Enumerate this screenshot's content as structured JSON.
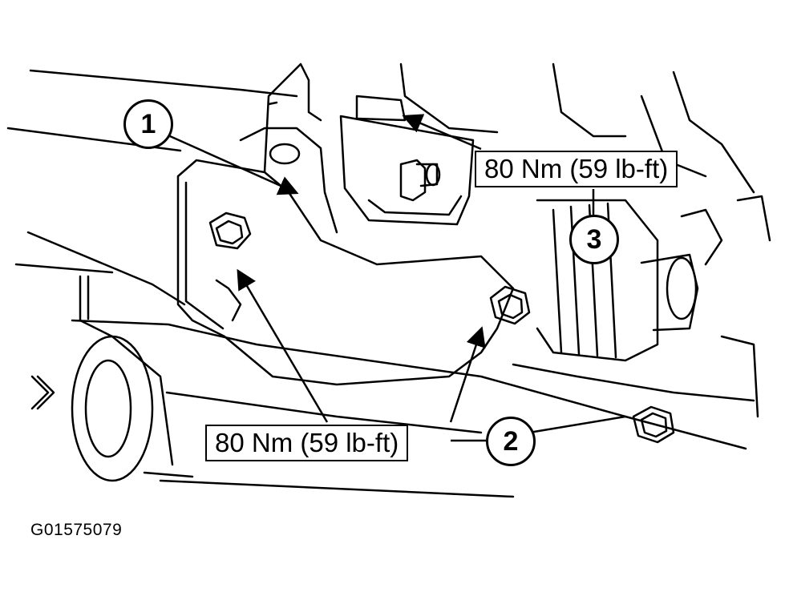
{
  "figure": {
    "id": "G01575079",
    "callouts": [
      "1",
      "2",
      "3"
    ],
    "torque_upper": "80 Nm (59 lb-ft)",
    "torque_lower": "80 Nm (59 lb-ft)"
  }
}
